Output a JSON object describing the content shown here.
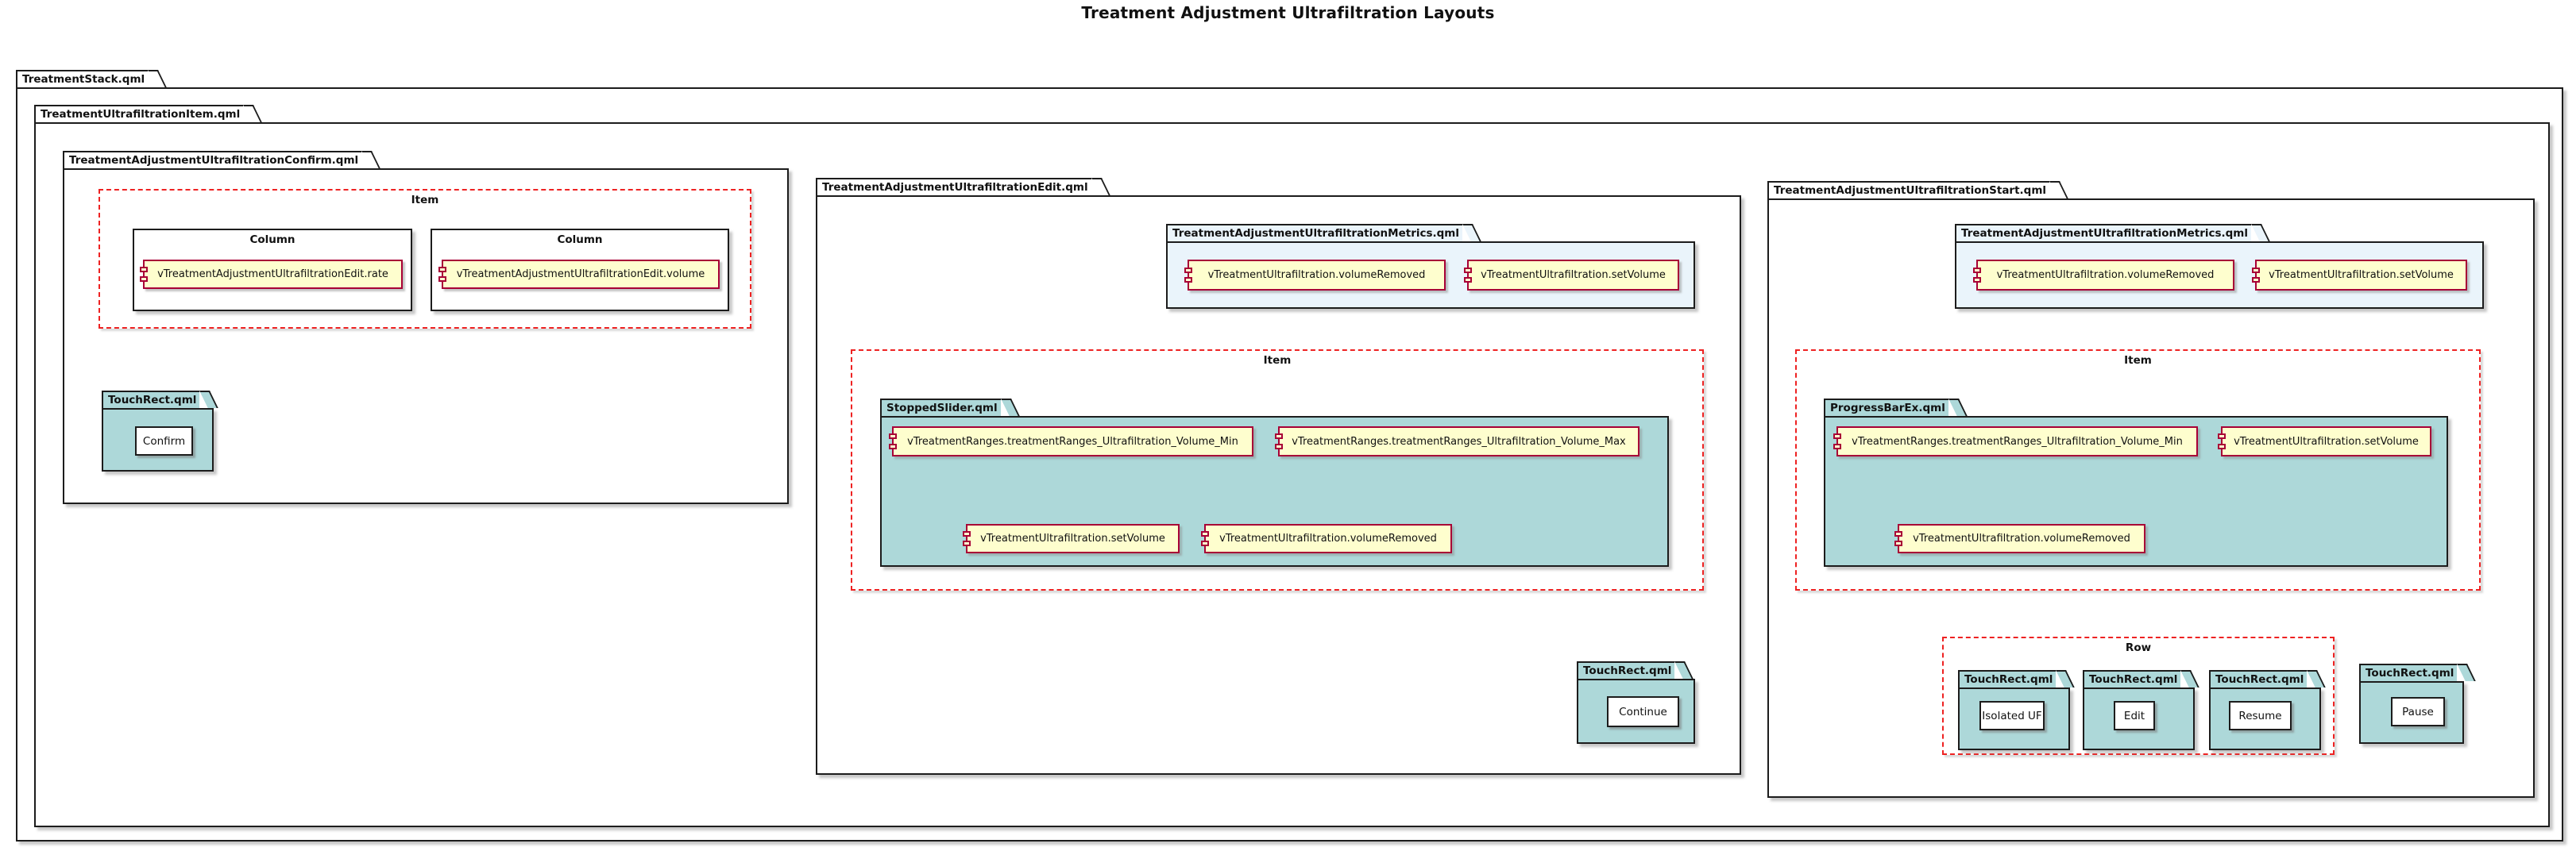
{
  "title": "Treatment Adjustment Ultrafiltration Layouts",
  "colors": {
    "frame_teal": "#ADD8D9",
    "metrics_blue": "#EAF4FB",
    "component_fill": "#FEFECE",
    "component_border": "#A80036",
    "dashed_red": "#EE2222"
  },
  "stack_frame": {
    "label": "TreatmentStack.qml"
  },
  "ultrafiltration_item_frame": {
    "label": "TreatmentUltrafiltrationItem.qml"
  },
  "confirm_frame": {
    "label": "TreatmentAdjustmentUltrafiltrationConfirm.qml",
    "item": {
      "label": "Item",
      "columns": [
        {
          "label": "Column",
          "component": "vTreatmentAdjustmentUltrafiltrationEdit.rate"
        },
        {
          "label": "Column",
          "component": "vTreatmentAdjustmentUltrafiltrationEdit.volume"
        }
      ]
    },
    "touch_rect": {
      "label": "TouchRect.qml",
      "button": "Confirm"
    }
  },
  "edit_frame": {
    "label": "TreatmentAdjustmentUltrafiltrationEdit.qml",
    "metrics": {
      "label": "TreatmentAdjustmentUltrafiltrationMetrics.qml",
      "components": [
        "vTreatmentUltrafiltration.volumeRemoved",
        "vTreatmentUltrafiltration.setVolume"
      ]
    },
    "item": {
      "label": "Item",
      "stopped_slider": {
        "label": "StoppedSlider.qml",
        "components": [
          "vTreatmentRanges.treatmentRanges_Ultrafiltration_Volume_Min",
          "vTreatmentRanges.treatmentRanges_Ultrafiltration_Volume_Max",
          "vTreatmentUltrafiltration.setVolume",
          "vTreatmentUltrafiltration.volumeRemoved"
        ]
      }
    },
    "touch_rect": {
      "label": "TouchRect.qml",
      "button": "Continue"
    }
  },
  "start_frame": {
    "label": "TreatmentAdjustmentUltrafiltrationStart.qml",
    "metrics": {
      "label": "TreatmentAdjustmentUltrafiltrationMetrics.qml",
      "components": [
        "vTreatmentUltrafiltration.volumeRemoved",
        "vTreatmentUltrafiltration.setVolume"
      ]
    },
    "item": {
      "label": "Item",
      "progress_bar": {
        "label": "ProgressBarEx.qml",
        "components": [
          "vTreatmentRanges.treatmentRanges_Ultrafiltration_Volume_Min",
          "vTreatmentUltrafiltration.setVolume",
          "vTreatmentUltrafiltration.volumeRemoved"
        ]
      }
    },
    "row": {
      "label": "Row",
      "touch_rects": [
        {
          "label": "TouchRect.qml",
          "button": "Isolated UF"
        },
        {
          "label": "TouchRect.qml",
          "button": "Edit"
        },
        {
          "label": "TouchRect.qml",
          "button": "Resume"
        }
      ]
    },
    "pause_touch_rect": {
      "label": "TouchRect.qml",
      "button": "Pause"
    }
  }
}
